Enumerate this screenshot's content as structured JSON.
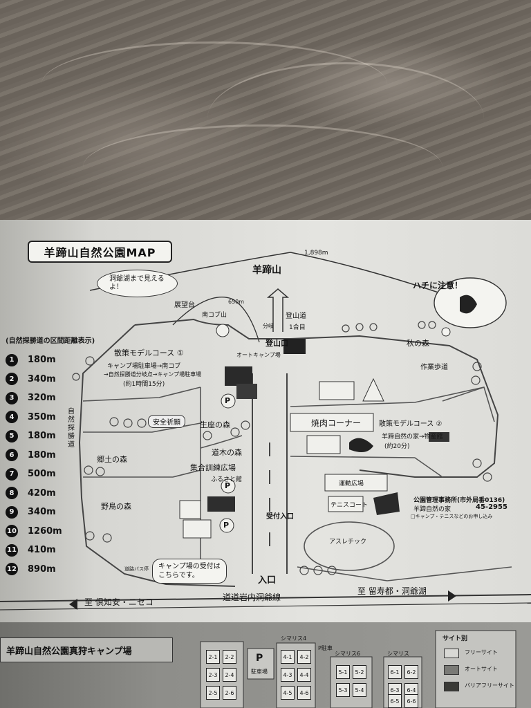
{
  "map": {
    "title": "羊蹄山自然公園MAP",
    "peak_name": "羊蹄山",
    "peak_elevation": "1,898m",
    "sub_peak": "南コブ山",
    "sub_peak_elevation": "650m",
    "lookout": "展望台",
    "cloud_note": "洞爺湖まで見えるよ！",
    "bee_warning": "ハチに注意！",
    "trail_head": "登山道",
    "first_station": "1合目",
    "trail_entrance": "登山口",
    "distance_note": "分岐",
    "course1": "散策モデルコース ①",
    "course1_desc1": "キャンプ場駐車場→南コブ",
    "course1_desc2": "→自然探勝道分岐点→キャンプ場駐車場",
    "course1_time": "(約1時間15分)",
    "course2": "散策モデルコース ②",
    "course2_desc": "羊蹄自然の家→物産館",
    "course2_time": "(約20分)",
    "autumn_forest": "秋の森",
    "work_path": "作業歩道",
    "auto_camp": "オートキャンプ場",
    "safety_shrine": "安全祈願",
    "seat_forest": "生座の森",
    "road_forest": "道木の森",
    "training_field": "集合訓練広場",
    "furusato": "ふるさと館",
    "hometown_forest": "郷土の森",
    "bird_forest": "野鳥の森",
    "bbq_corner": "焼肉コーナー",
    "sports_field": "運動広場",
    "tennis_court": "テニスコート",
    "athletic": "アスレチック",
    "reception_entrance": "受付入口",
    "camp_reception": "キャンプ場の受付はこちらです。",
    "bus_stop": "道路バス停",
    "management": "公園管理事務所(市外局番0136)",
    "management2": "羊蹄自然の家",
    "phone": "45-2955",
    "phone_note": "□キャンプ・テニスなどのお申し込み",
    "entrance": "入口",
    "road_name": "道道岩内洞爺線",
    "left_direction": "至 倶知安・ニセコ",
    "right_direction": "至 留寿都・洞爺湖",
    "parking": "P",
    "legend_header": "(自然探勝道の区間距離表示)",
    "legend": [
      {
        "n": "1",
        "d": "180m"
      },
      {
        "n": "2",
        "d": "340m"
      },
      {
        "n": "3",
        "d": "320m"
      },
      {
        "n": "4",
        "d": "350m"
      },
      {
        "n": "5",
        "d": "180m"
      },
      {
        "n": "6",
        "d": "180m"
      },
      {
        "n": "7",
        "d": "500m"
      },
      {
        "n": "8",
        "d": "420m"
      },
      {
        "n": "9",
        "d": "340m"
      },
      {
        "n": "10",
        "d": "1260m"
      },
      {
        "n": "11",
        "d": "410m"
      },
      {
        "n": "12",
        "d": "890m"
      }
    ],
    "vertical_label": "自然探勝道"
  },
  "camp_map": {
    "title": "羊蹄山自然公園真狩キャンプ場",
    "section_a": "シマリス4",
    "section_b": "シマリス6",
    "section_c": "シマリス",
    "parking": "P",
    "parking_label": "駐車場",
    "parking_b": "P駐車",
    "site_legend_title": "サイト別",
    "site_free": "フリーサイト",
    "site_auto": "オートサイト",
    "site_barrier": "バリアフリーサイト",
    "sites_a": [
      "2-1",
      "2-2",
      "2-3",
      "2-4",
      "2-5",
      "2-6"
    ],
    "sites_b": [
      "4-1",
      "4-2",
      "4-3",
      "4-4",
      "4-5",
      "4-6"
    ],
    "sites_c": [
      "5-1",
      "5-2",
      "5-3",
      "5-4"
    ],
    "sites_d": [
      "6-1",
      "6-2",
      "6-3",
      "6-4",
      "6-5",
      "6-6"
    ]
  }
}
